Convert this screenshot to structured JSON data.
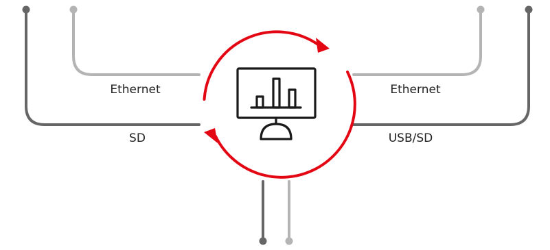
{
  "labels": {
    "left_ethernet": "Ethernet",
    "left_sd": "SD",
    "right_ethernet": "Ethernet",
    "right_usb_sd": "USB/SD"
  },
  "colors": {
    "dark_line": "#666666",
    "light_line": "#b4b4b4",
    "accent_red": "#e30613",
    "icon_black": "#1a1a1a"
  },
  "icons": {
    "center": "monitor-chart-icon",
    "sync": "sync-arrows-icon"
  }
}
